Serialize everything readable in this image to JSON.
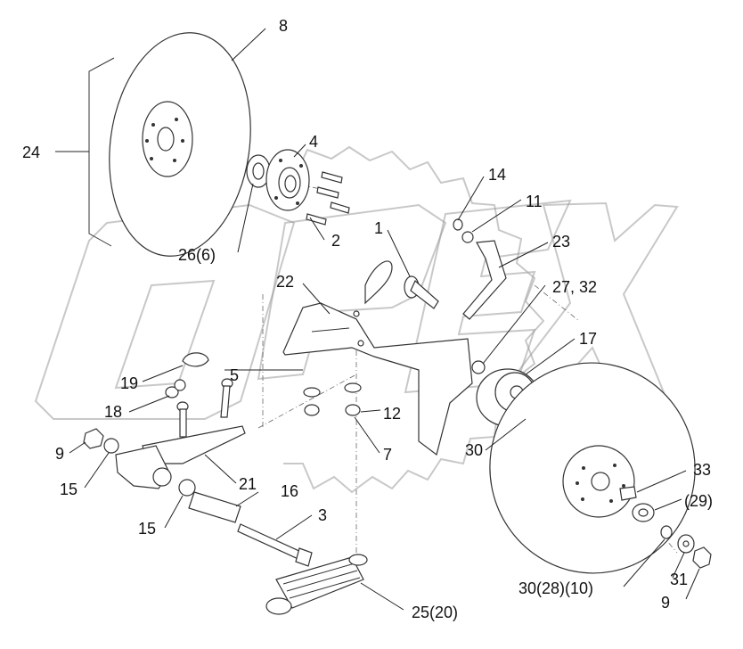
{
  "labels": {
    "l1": "1",
    "l2": "2",
    "l3": "3",
    "l4": "4",
    "l5": "5",
    "l7": "7",
    "l8": "8",
    "l9a": "9",
    "l9b": "9",
    "l11": "11",
    "l12": "12",
    "l14": "14",
    "l15a": "15",
    "l15b": "15",
    "l16": "16",
    "l17": "17",
    "l18": "18",
    "l19": "19",
    "l21": "21",
    "l22": "22",
    "l23": "23",
    "l24": "24",
    "l25": "25(20)",
    "l26": "26(6)",
    "l27": "27, 32",
    "l29": "(29)",
    "l30a": "30",
    "l30b": "30(28)(10)",
    "l31": "31",
    "l33": "33"
  },
  "watermark": "OPEX"
}
